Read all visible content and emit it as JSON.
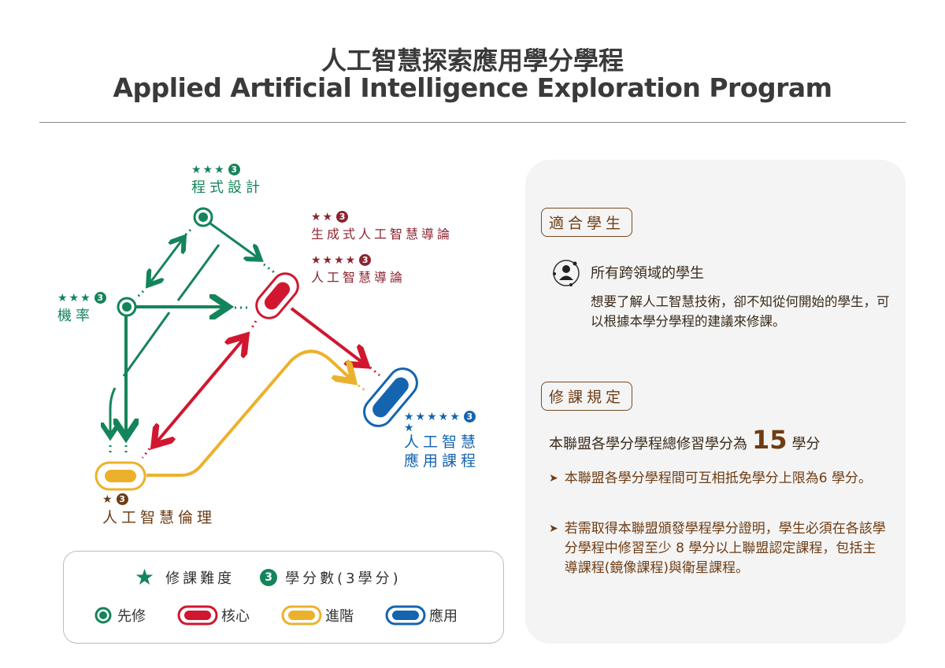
{
  "header": {
    "title_zh": "人工智慧探索應用學分學程",
    "title_en": "Applied Artificial Intelligence Exploration Program"
  },
  "courses": [
    {
      "name": "程式設計",
      "stars": "★★★",
      "credits": "3",
      "category": "先修"
    },
    {
      "name": "機率",
      "stars": "★★★",
      "credits": "3",
      "category": "先修"
    },
    {
      "name": "生成式人工智慧導論",
      "stars": "★★",
      "credits": "3",
      "category": "核心"
    },
    {
      "name": "人工智慧導論",
      "stars": "★★★★",
      "credits": "3",
      "category": "核心"
    },
    {
      "name_line1": "人工智慧",
      "name_line2": "應用課程",
      "stars_line1": "★★★★★",
      "stars_line2": "★",
      "credits": "3",
      "category": "應用"
    },
    {
      "name": "人工智慧倫理",
      "stars": "★",
      "credits": "3",
      "category": "進階"
    }
  ],
  "legend": {
    "difficulty_label": "修課難度",
    "credits_icon": "3",
    "credits_label": "學分數(3學分)",
    "prereq": "先修",
    "core": "核心",
    "advanced": "進階",
    "applied": "應用"
  },
  "colors": {
    "prereq": "#14845a",
    "core": "#d0172f",
    "advanced": "#ecb12c",
    "applied": "#1464b0",
    "text": "#6e3c14"
  },
  "panel": {
    "suitable_tag": "適合學生",
    "audience": "所有跨領域的學生",
    "audience_desc": "想要了解人工智慧技術，卻不知從何開始的學生，可以根據本學分學程的建議來修課。",
    "rules_tag": "修課規定",
    "total_prefix": "本聯盟各學分學程總修習學分為",
    "total_credits": "15",
    "total_suffix": "學分",
    "rules": [
      "本聯盟各學分學程間可互相抵免學分上限為6 學分。",
      "若需取得本聯盟頒發學程學分證明，學生必須在各該學分學程中修習至少 8 學分以上聯盟認定課程，包括主導課程(鏡像課程)與衛星課程。"
    ]
  }
}
